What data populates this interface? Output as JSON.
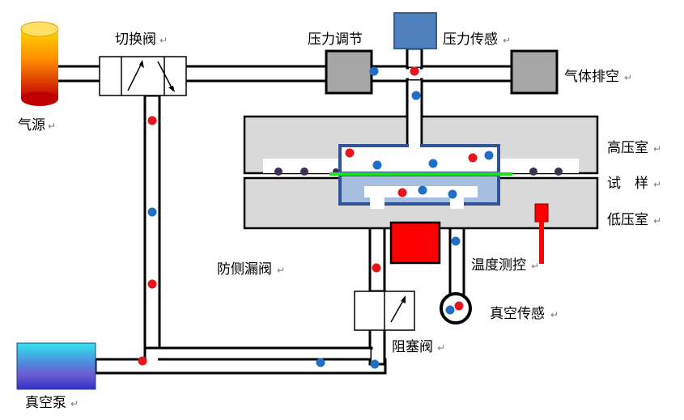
{
  "labels": {
    "gas_source": "气源",
    "switch_valve": "切换阀",
    "pressure_regulator": "压力调节",
    "pressure_sensor": "压力传感",
    "gas_exhaust": "气体排空",
    "high_pressure_chamber": "高压室",
    "sample": "试　样",
    "low_pressure_chamber": "低压室",
    "temperature_control": "温度测控",
    "anti_leak_valve": "防侧漏阀",
    "vacuum_sensor": "真空传感",
    "block_valve": "阻塞阀",
    "vacuum_pump": "真空泵"
  },
  "paragraph_mark": "↵",
  "colors": {
    "red_dot": "#e8141c",
    "blue_dot": "#1f6fc7",
    "green_membrane": "#22dd22",
    "chamber_fill": "#d9d9d9",
    "cell_fill": "#a6bfe0",
    "cell_border": "#2f5597",
    "sensor_fill": "#4f81bd",
    "regulator_fill": "#a6a6a6",
    "heater_fill": "#ff0000"
  },
  "icons": {
    "gas_source": "gas-cylinder-icon",
    "vacuum_pump": "vacuum-pump-icon",
    "switch_valve": "switch-valve-icon",
    "block_valve": "block-valve-icon",
    "vacuum_sensor": "vacuum-gauge-icon"
  }
}
